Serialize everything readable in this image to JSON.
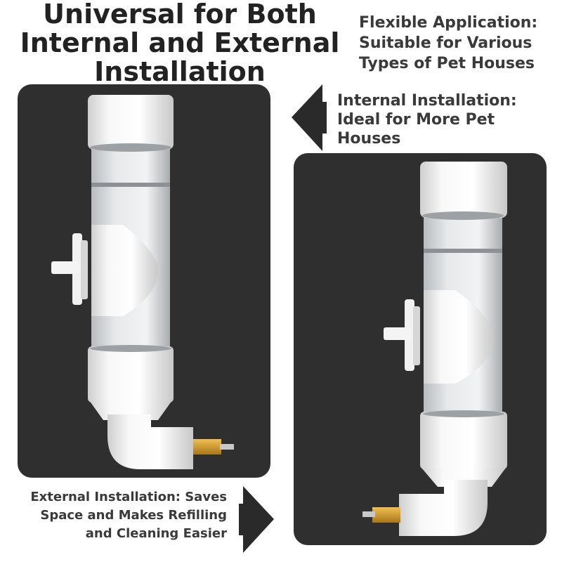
{
  "headline": {
    "line1": "Universal for Both",
    "line2": "Internal and External",
    "line3": "Installation"
  },
  "flexible_caption": {
    "line1": "Flexible Application:",
    "line2": "Suitable for Various",
    "line3": "Types of Pet Houses"
  },
  "internal_caption": {
    "line1": "Internal Installation:",
    "line2": "Ideal for More Pet",
    "line3": "Houses"
  },
  "external_caption": {
    "line1": "External Installation: Saves",
    "line2": "Space and Makes Refilling",
    "line3": "and Cleaning Easier"
  },
  "colors": {
    "panel_background": "#2f2f2f",
    "text": "#3a3a3a",
    "headline_text": "#222222",
    "arrow": "#2a2a2a",
    "bottle_white": "#f4f4f4",
    "nozzle_brass": "#d9a431"
  },
  "icons": {
    "left_arrow": "arrow-left-icon",
    "right_arrow": "arrow-right-icon"
  }
}
